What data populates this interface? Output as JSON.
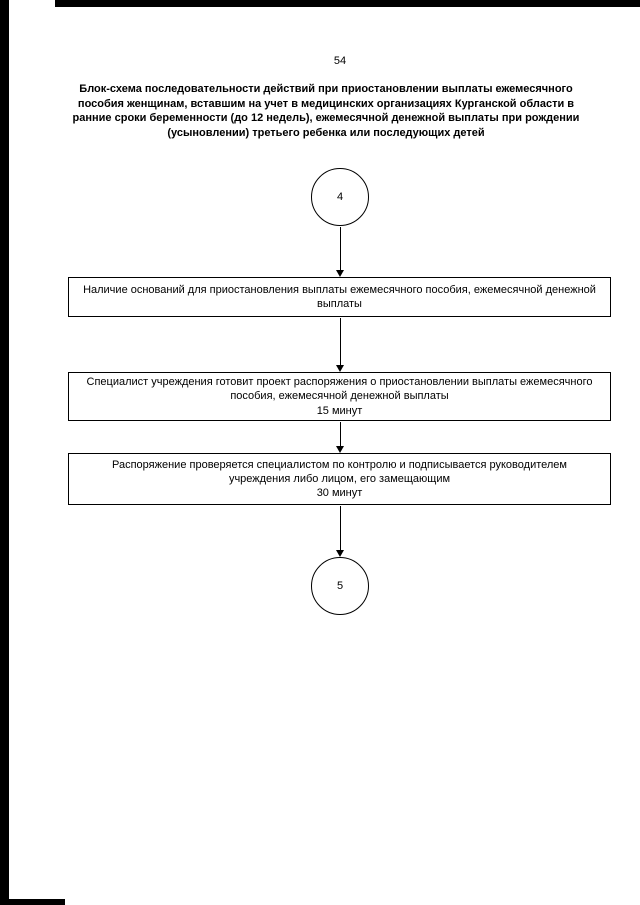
{
  "page": {
    "number": "54",
    "title": "Блок-схема последовательности действий при приостановлении выплаты ежемесячного пособия женщинам, вставшим на учет в медицинских организациях Курганской области в ранние сроки беременности (до 12 недель), ежемесячной денежной выплаты при рождении (усыновлении) третьего ребенка или последующих детей"
  },
  "flowchart": {
    "start_label": "4",
    "end_label": "5",
    "steps": [
      {
        "text": "Наличие оснований для приостановления выплаты ежемесячного пособия, ежемесячной денежной выплаты",
        "duration": ""
      },
      {
        "text": "Специалист учреждения готовит проект распоряжения о приостановлении выплаты ежемесячного пособия, ежемесячной денежной выплаты",
        "duration": "15 минут"
      },
      {
        "text": "Распоряжение проверяется специалистом по контролю и подписывается руководителем учреждения либо лицом, его замещающим",
        "duration": "30 минут"
      }
    ]
  }
}
